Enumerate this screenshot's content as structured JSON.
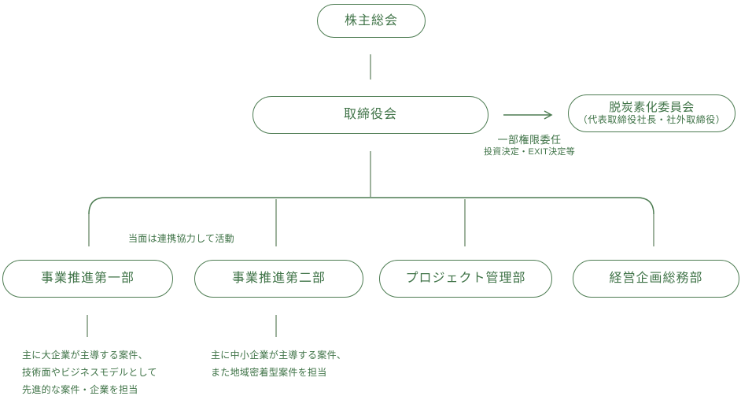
{
  "colors": {
    "background": "#ffffff",
    "box_border_green": "#4d7c52",
    "text_green": "#3f7347",
    "connector_light_green": "#9eb29d"
  },
  "org_chart": {
    "nodes": {
      "shareholders": {
        "label": "株主総会"
      },
      "board": {
        "label": "取締役会"
      },
      "decarb_committee": {
        "label": "脱炭素化委員会",
        "sublabel": "（代表取締役社長・社外取締役）"
      },
      "dept1": {
        "label": "事業推進第一部"
      },
      "dept2": {
        "label": "事業推進第二部"
      },
      "dept3": {
        "label": "プロジェクト管理部"
      },
      "dept4": {
        "label": "経営企画総務部"
      }
    },
    "annotations": {
      "delegation": "一部権限委任",
      "delegation_detail": "投資決定・EXIT決定等",
      "cooperation": "当面は連携協力して活動",
      "dept1_note": [
        "主に大企業が主導する案件、",
        "技術面やビジネスモデルとして",
        "先進的な案件・企業を担当"
      ],
      "dept2_note": [
        "主に中小企業が主導する案件、",
        "また地域密着型案件を担当"
      ]
    }
  }
}
